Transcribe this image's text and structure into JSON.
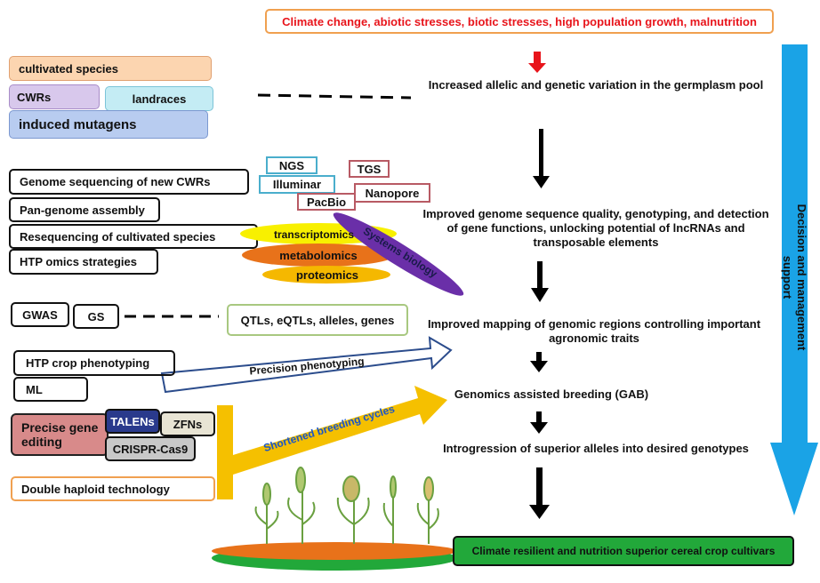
{
  "header": {
    "drivers": "Climate change, abiotic stresses, biotic stresses, high population growth, malnutrition"
  },
  "germplasm": {
    "cultivated": "cultivated species",
    "cwrs": "CWRs",
    "landraces": "landraces",
    "mutagens": "induced mutagens"
  },
  "outcomes": {
    "allelic": "Increased  allelic and genetic variation in the germplasm pool",
    "genome_quality": "Improved genome sequence quality,  genotyping, and detection of gene functions, unlocking potential of lncRNAs and transposable elements",
    "mapping": "Improved mapping of genomic regions controlling important agronomic traits",
    "gab": "Genomics assisted breeding (GAB)",
    "introgression": "Introgression of superior alleles into desired genotypes",
    "final": "Climate resilient and nutrition superior cereal crop  cultivars"
  },
  "genomics": {
    "seq_cwr": "Genome sequencing of new CWRs",
    "pangenome": "Pan-genome assembly",
    "reseq": "Resequencing of cultivated species",
    "htp_omics": "HTP omics strategies"
  },
  "platforms": {
    "ngs": "NGS",
    "illumina": "Illuminar",
    "pacbio": "PacBio",
    "tgs": "TGS",
    "nanopore": "Nanopore"
  },
  "omics": {
    "transcriptomics": "transcriptomics",
    "metabolomics": "metabolomics",
    "proteomics": "proteomics",
    "systems_biology": "Systems biology"
  },
  "mapping_tools": {
    "gwas": "GWAS",
    "gs": "GS",
    "markers": "QTLs, eQTLs,  alleles, genes"
  },
  "phenotyping": {
    "htp": "HTP crop phenotyping",
    "ml": "ML",
    "arrow": "Precision phenotyping"
  },
  "editing": {
    "precise": "Precise gene editing",
    "talens": "TALENs",
    "zfns": "ZFNs",
    "crispr": "CRISPR-Cas9",
    "dh": "Double haploid  technology",
    "arrow": "Shortened breeding cycles"
  },
  "side_arrow": "Decision and management support",
  "colors": {
    "red_text": "#e8141b",
    "orange_border": "#f0a050",
    "blue_arrow": "#1aa3e6",
    "yellow": "#f5c000",
    "purple": "#6a2fa8",
    "green": "#22a83a",
    "orange_disk": "#e8721a"
  }
}
